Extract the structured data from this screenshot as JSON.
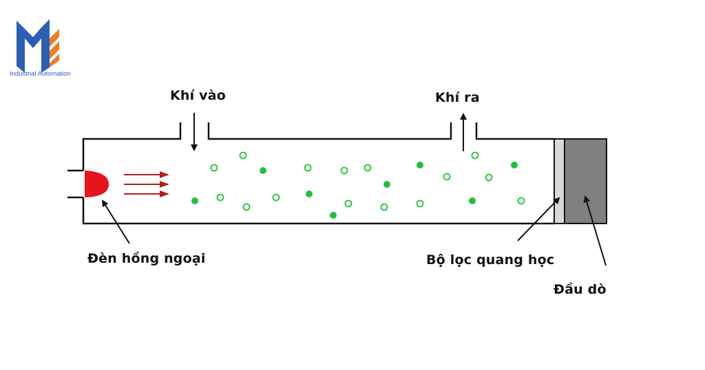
{
  "logo": {
    "caption": "Industrial Automation",
    "colors": {
      "primary": "#2b5fb4",
      "accent": "#f07d22"
    }
  },
  "labels": {
    "gas_inlet": "Khí vào",
    "gas_outlet": "Khí ra",
    "ir_lamp": "Đèn hồng ngoại",
    "optical_filter": "Bộ lọc quang học",
    "detector": "Đầu dò"
  },
  "colors": {
    "lamp": "#e8141b",
    "ir_rays": "#b01e1e",
    "gas_molecule": "#22c03a",
    "outline": "#111111",
    "filter": "#d8d8d8",
    "detector": "#808080"
  }
}
